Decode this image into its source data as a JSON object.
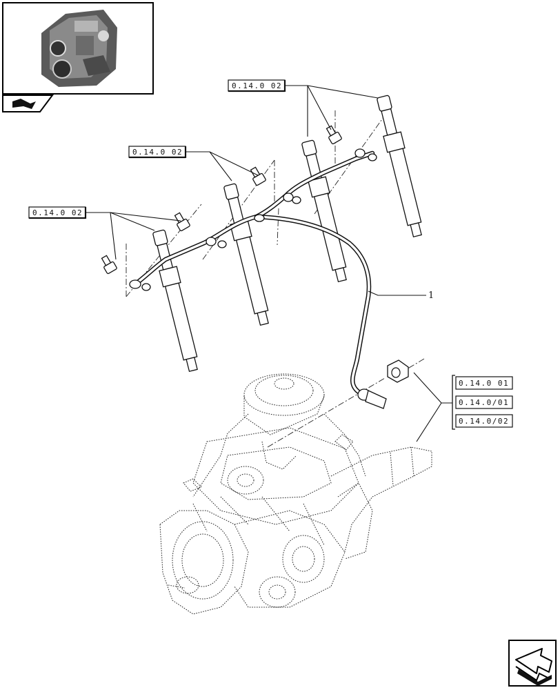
{
  "references": {
    "top": "0.14.0 02",
    "middle": "0.14.0 02",
    "left": "0.14.0 02",
    "right_group": [
      "0.14.0 01",
      "0.14.0/01",
      "0.14.0/02"
    ]
  },
  "callout": "1",
  "icons": {
    "thumbnail": "engine-thumbnail-icon",
    "view_tab": "view-selector-icon",
    "next": "next-page-arrow-icon"
  }
}
